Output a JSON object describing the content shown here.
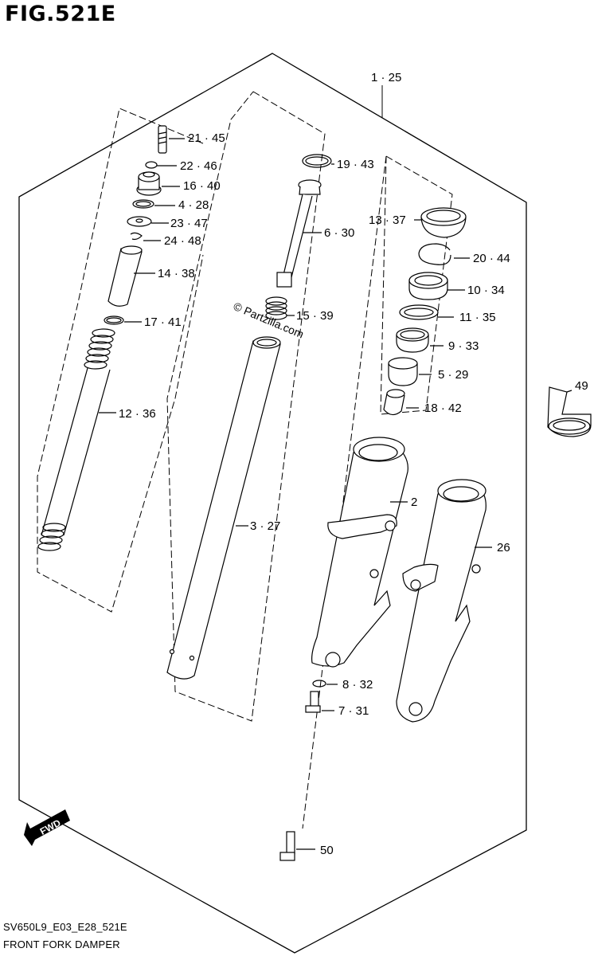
{
  "figure": {
    "title": "FIG.521E",
    "code": "SV650L9_E03_E28_521E",
    "name": "FRONT FORK DAMPER"
  },
  "watermark": "© Partzilla.com",
  "fwd_label": "FWD",
  "parts": [
    {
      "id": "p-1-25",
      "label": "1 · 25"
    },
    {
      "id": "p-21-45",
      "label": "21 · 45"
    },
    {
      "id": "p-22-46",
      "label": "22 · 46"
    },
    {
      "id": "p-16-40",
      "label": "16 · 40"
    },
    {
      "id": "p-4-28",
      "label": "4 · 28"
    },
    {
      "id": "p-23-47",
      "label": "23 · 47"
    },
    {
      "id": "p-24-48",
      "label": "24 · 48"
    },
    {
      "id": "p-14-38",
      "label": "14 · 38"
    },
    {
      "id": "p-17-41",
      "label": "17 · 41"
    },
    {
      "id": "p-12-36",
      "label": "12 · 36"
    },
    {
      "id": "p-19-43",
      "label": "19 · 43"
    },
    {
      "id": "p-6-30",
      "label": "6 · 30"
    },
    {
      "id": "p-15-39",
      "label": "15 · 39"
    },
    {
      "id": "p-3-27",
      "label": "3 · 27"
    },
    {
      "id": "p-13-37",
      "label": "13 · 37"
    },
    {
      "id": "p-20-44",
      "label": "20 · 44"
    },
    {
      "id": "p-10-34",
      "label": "10 · 34"
    },
    {
      "id": "p-11-35",
      "label": "11 · 35"
    },
    {
      "id": "p-9-33",
      "label": "9 · 33"
    },
    {
      "id": "p-5-29",
      "label": "5 · 29"
    },
    {
      "id": "p-18-42",
      "label": "18 · 42"
    },
    {
      "id": "p-2",
      "label": "2"
    },
    {
      "id": "p-26",
      "label": "26"
    },
    {
      "id": "p-8-32",
      "label": "8 · 32"
    },
    {
      "id": "p-7-31",
      "label": "7 · 31"
    },
    {
      "id": "p-49",
      "label": "49"
    },
    {
      "id": "p-50",
      "label": "50"
    }
  ]
}
